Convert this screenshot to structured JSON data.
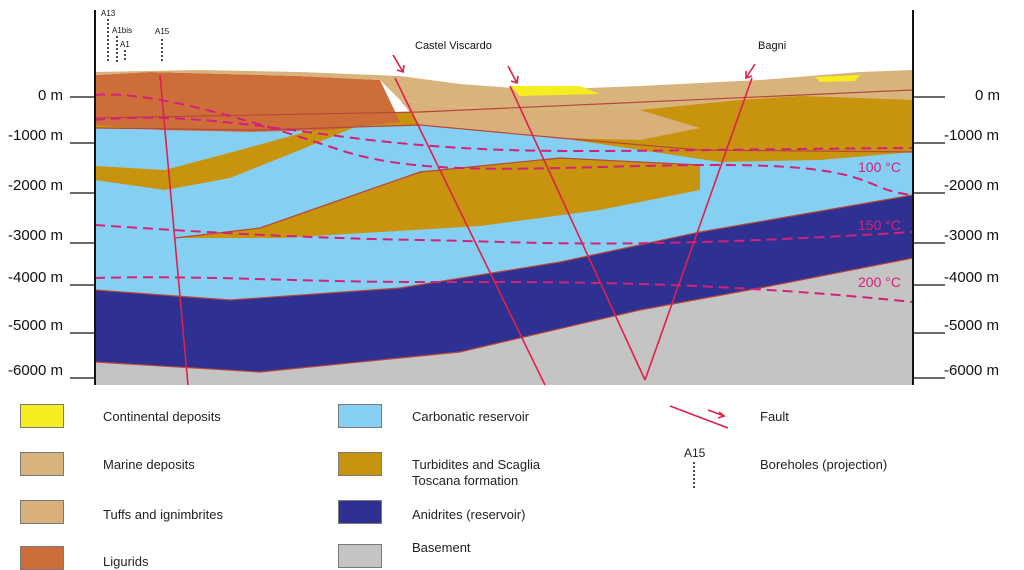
{
  "cross_section": {
    "places": {
      "castel_viscardo": "Castel Viscardo",
      "bagni": "Bagni"
    },
    "boreholes": {
      "a13": "A13",
      "a1bis": "A1bis",
      "a1": "A1",
      "a15": "A15"
    },
    "depths_left": [
      "0 m",
      "-1000  m",
      "-2000  m",
      "-3000  m",
      "-4000  m",
      "-5000  m",
      "-6000  m"
    ],
    "depths_right": [
      "0 m",
      "-1000  m",
      "-2000  m",
      "-3000  m",
      "-4000  m",
      "-5000  m",
      "-6000  m"
    ],
    "isotherms": [
      "100 °C",
      "150 °C",
      "200 °C"
    ]
  },
  "legend": {
    "continental": {
      "label": "Continental deposits",
      "color": "#f7ec1f"
    },
    "marine": {
      "label": "Marine deposits",
      "color": "#d9b37c"
    },
    "tuffs": {
      "label": "Tuffs and ignimbrites",
      "color": "#d9b07a"
    },
    "ligurids": {
      "label": "Ligurids",
      "color": "#cd6e3a"
    },
    "carbonatic": {
      "label": "Carbonatic reservoir",
      "color": "#85d0f2"
    },
    "turbidites": {
      "label": "Turbidites and Scaglia\nToscana formation",
      "color": "#c8930d"
    },
    "anidrites": {
      "label": "Anidrites (reservoir)",
      "color": "#2e3192"
    },
    "basement": {
      "label": "Basement",
      "color": "#c4c4c4"
    },
    "fault": {
      "label": "Fault",
      "color": "#e0204a"
    },
    "boreholes": {
      "label": "Boreholes (projection)",
      "code": "A15"
    }
  }
}
